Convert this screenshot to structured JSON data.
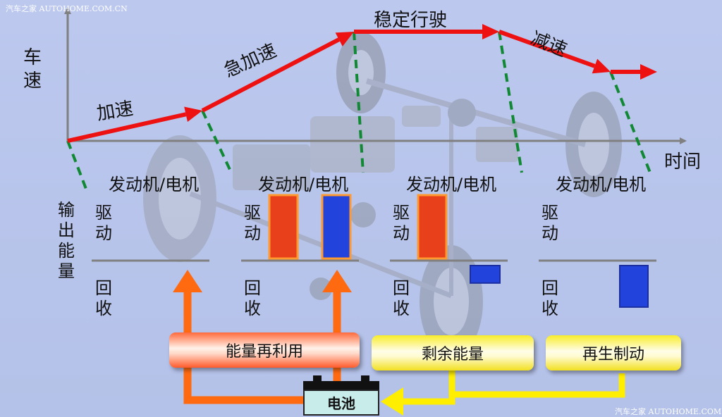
{
  "watermark": {
    "top": "汽车之家 AUTOHOME.COM.CN",
    "bottom": "汽车之家 AUTOHOME.COM.CN"
  },
  "axes": {
    "y_label": "车速",
    "x_label": "时间"
  },
  "phases": [
    {
      "label": "加速",
      "drive": [],
      "recover": [],
      "recover_level": 0
    },
    {
      "label": "急加速",
      "drive": [
        "engine",
        "motor"
      ],
      "recover": [],
      "recover_level": 0
    },
    {
      "label": "稳定行驶",
      "drive": [
        "engine"
      ],
      "recover": [
        "motor"
      ],
      "recover_level": 0.4
    },
    {
      "label": "减速",
      "drive": [],
      "recover": [
        "motor"
      ],
      "recover_level": 0.95
    }
  ],
  "power_source_label": "发动机/电机",
  "output_energy_label": "输出能量",
  "drive_label": "驱动",
  "recover_label": "回收",
  "flow_boxes": {
    "reuse": "能量再利用",
    "surplus": "剩余能量",
    "regen": "再生制动"
  },
  "battery": "电池",
  "colors": {
    "engine": "#e8401a",
    "motor": "#2244dd",
    "speed_arrow": "#ee1111",
    "drop_line": "#118833",
    "reuse_arrow": "#ff6a10",
    "charge_arrow": "#ffee00",
    "axis": "#808080"
  }
}
